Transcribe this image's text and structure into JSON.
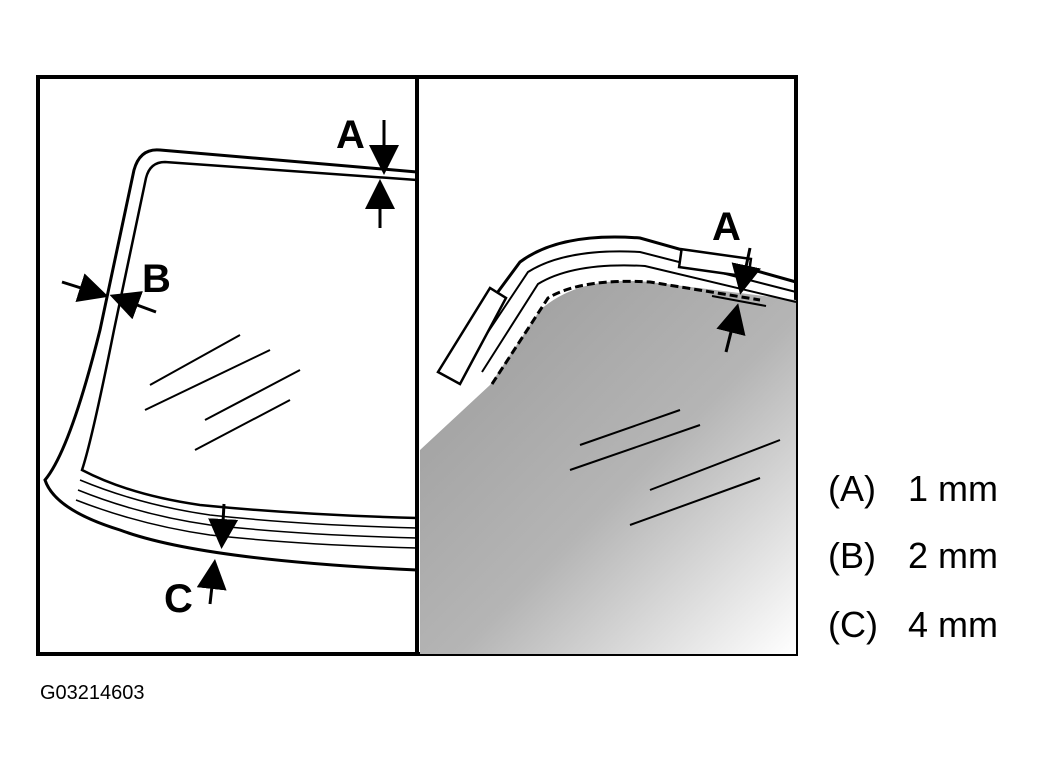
{
  "callouts": {
    "left_a": "A",
    "left_b": "B",
    "left_c": "C",
    "right_a": "A"
  },
  "legend": [
    {
      "key": "(A)",
      "value": "1 mm"
    },
    {
      "key": "(B)",
      "value": "2 mm"
    },
    {
      "key": "(C)",
      "value": "4 mm"
    }
  ],
  "figure_id": "G03214603",
  "colors": {
    "ink": "#000000",
    "paper": "#ffffff",
    "glass_shade": "#a8a8a8"
  }
}
